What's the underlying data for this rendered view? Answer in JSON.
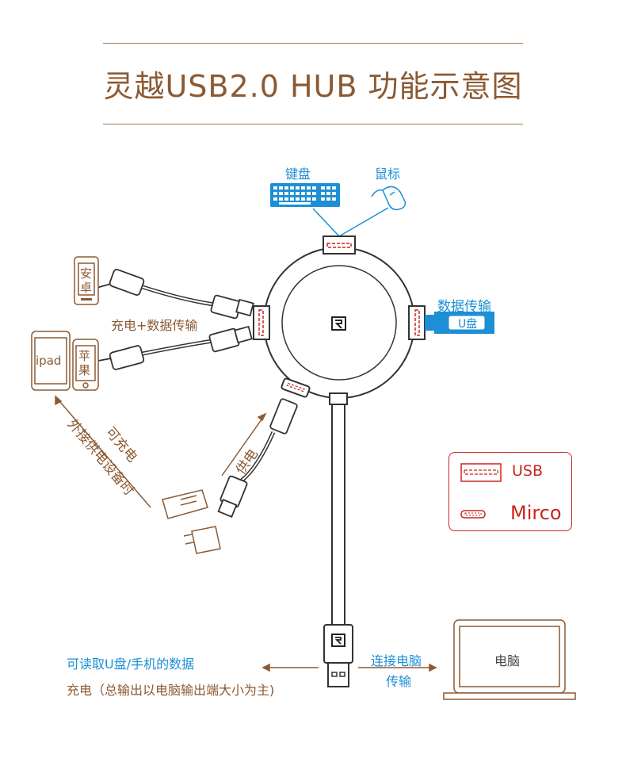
{
  "title": "灵越USB2.0 HUB 功能示意图",
  "labels": {
    "keyboard": "键盘",
    "mouse": "鼠标",
    "data_transfer": "数据传输",
    "udisk": "U盘",
    "android_line1": "安",
    "android_line2": "卓",
    "charge_data": "充电+数据传输",
    "ipad": "ipad",
    "apple_line1": "苹",
    "apple_line2": "果",
    "can_charge": "可充电",
    "external_power": "外接供电设备时",
    "power_supply": "供电",
    "computer": "电脑",
    "connect_pc": "连接电脑",
    "transfer": "传输",
    "read_udisk": "可读取U盘/手机的数据",
    "charge_note": "充电（总输出以电脑输出端大小为主)"
  },
  "legend": {
    "usb": "USB",
    "micro": "Mirco"
  },
  "colors": {
    "brown": "#8b5a33",
    "blue": "#1c8fd6",
    "red": "#c8261f",
    "dark": "#333333"
  }
}
